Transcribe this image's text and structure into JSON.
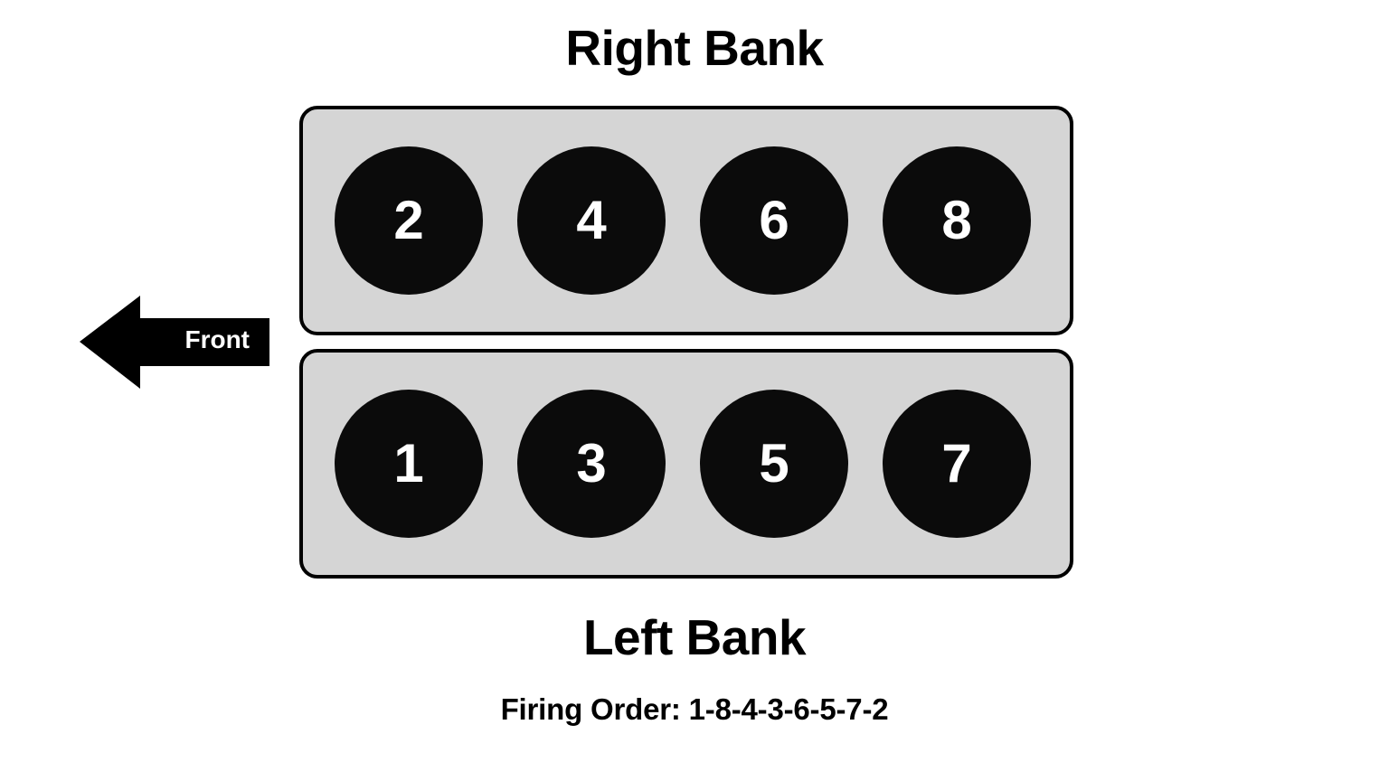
{
  "diagram": {
    "top_title": "Right Bank",
    "bottom_title": "Left Bank",
    "firing_order_text": "Firing Order: 1-8-4-3-6-5-7-2",
    "direction_label": "Front",
    "colors": {
      "background": "#ffffff",
      "bank_fill": "#d5d5d5",
      "bank_border": "#000000",
      "cylinder_fill": "#0b0b0b",
      "cylinder_text": "#ffffff",
      "arrow_fill": "#000000",
      "arrow_text": "#ffffff",
      "title_text": "#000000"
    },
    "banks": [
      {
        "name": "right-bank",
        "title": "Right Bank",
        "cylinders": [
          {
            "label": "2"
          },
          {
            "label": "4"
          },
          {
            "label": "6"
          },
          {
            "label": "8"
          }
        ]
      },
      {
        "name": "left-bank",
        "title": "Left Bank",
        "cylinders": [
          {
            "label": "1"
          },
          {
            "label": "3"
          },
          {
            "label": "5"
          },
          {
            "label": "7"
          }
        ]
      }
    ],
    "firing_order_sequence": [
      "1",
      "8",
      "4",
      "3",
      "6",
      "5",
      "7",
      "2"
    ]
  }
}
